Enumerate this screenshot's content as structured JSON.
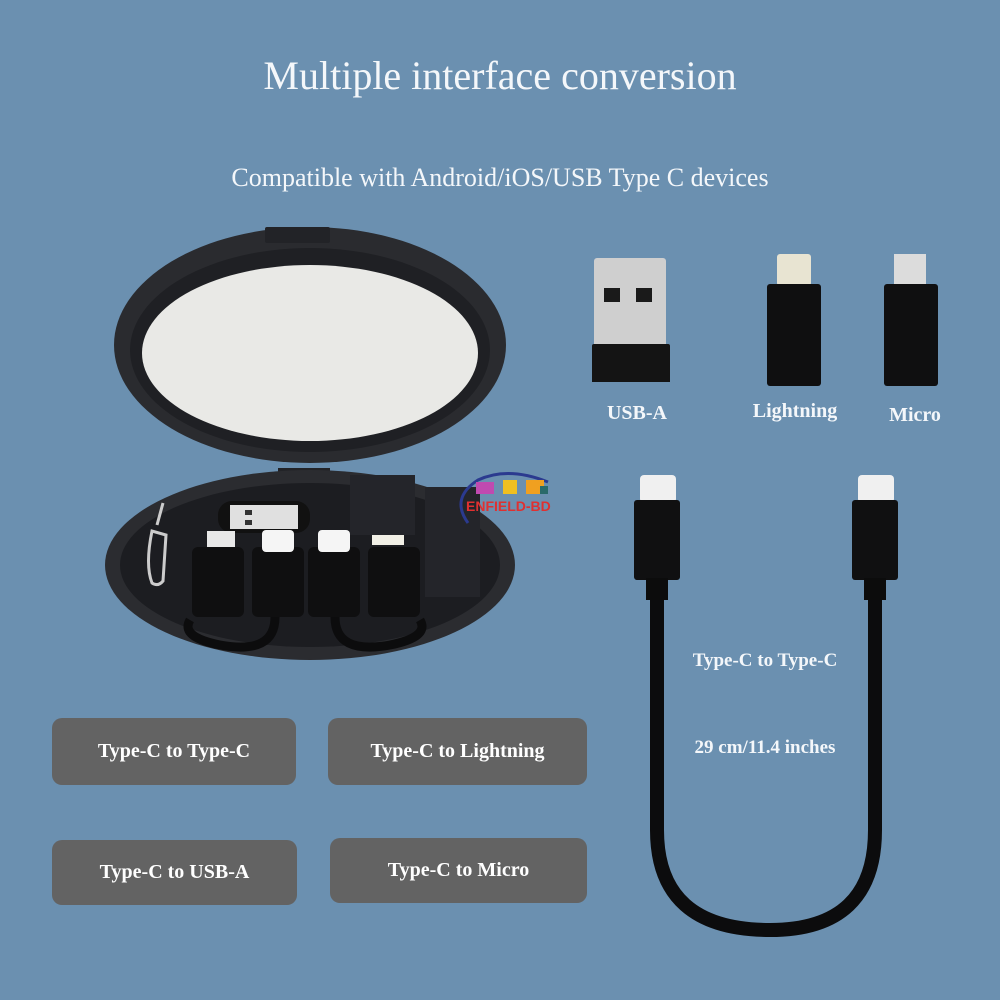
{
  "header": {
    "title": "Multiple interface conversion",
    "subtitle": "Compatible with Android/iOS/USB Type C devices"
  },
  "adapters": [
    {
      "label": "USB-A",
      "icon": "usb-a-adapter"
    },
    {
      "label": "Lightning",
      "icon": "lightning-adapter"
    },
    {
      "label": "Micro",
      "icon": "micro-usb-adapter"
    }
  ],
  "conversion_buttons": [
    {
      "label": "Type-C to Type-C"
    },
    {
      "label": "Type-C to Lightning"
    },
    {
      "label": "Type-C to  USB-A"
    },
    {
      "label": "Type-C to Micro"
    }
  ],
  "cable": {
    "type_label": "Type-C to Type-C",
    "length_label": "29 cm/11.4 inches"
  },
  "watermark": {
    "text": "ENFIELD-BD"
  },
  "colors": {
    "background": "#6b90b0",
    "button": "#636363",
    "text": "#f4f7fa",
    "watermark": "#e03030"
  }
}
